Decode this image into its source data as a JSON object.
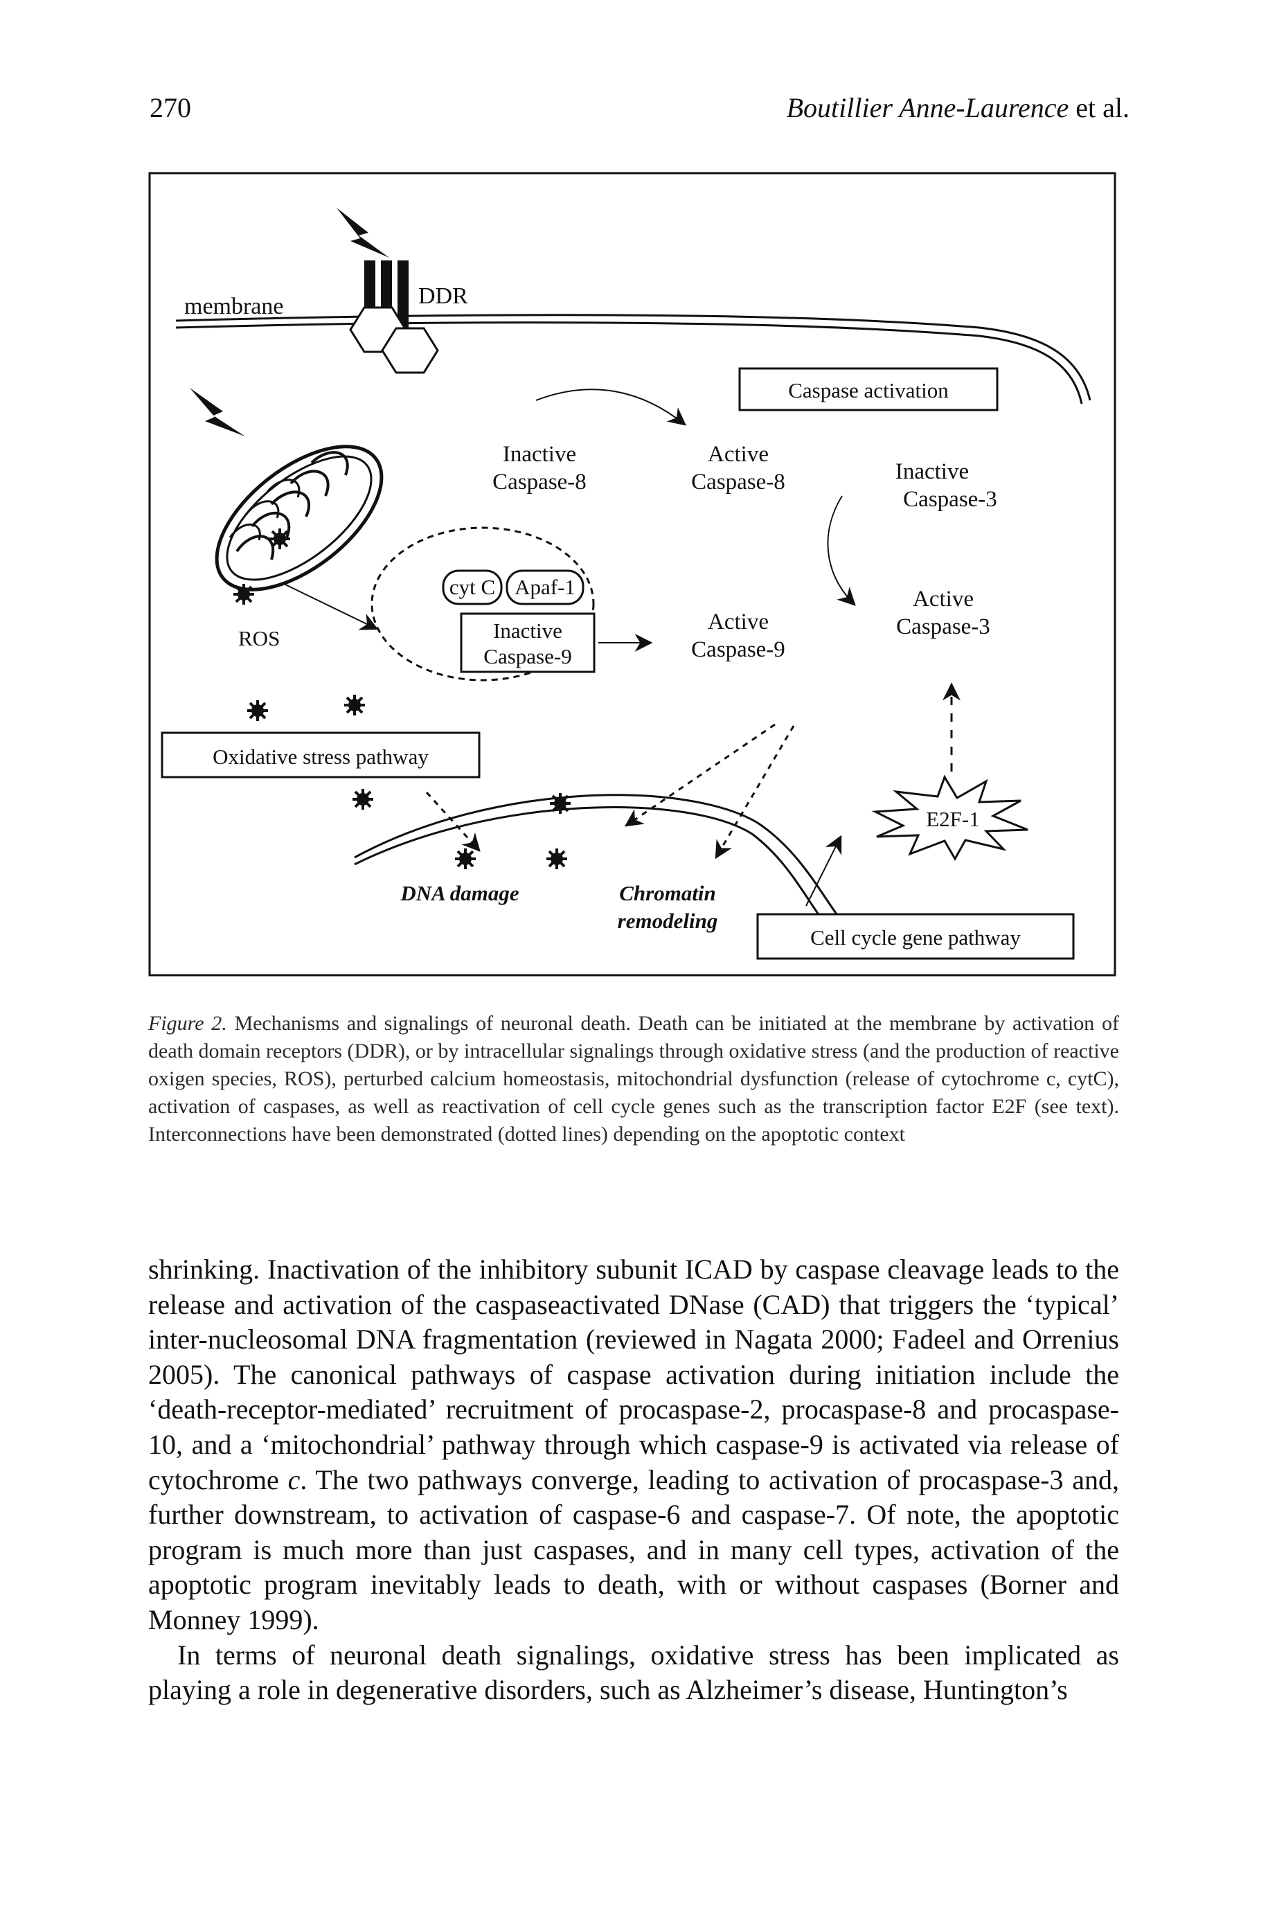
{
  "header": {
    "page_number": "270",
    "author_italic": "Boutillier Anne-Laurence",
    "author_suffix": "et al."
  },
  "figure": {
    "labels": {
      "membrane": "membrane",
      "ddr": "DDR",
      "caspase_activation": "Caspase activation",
      "inactive": "Inactive",
      "active": "Active",
      "caspase8": "Caspase-8",
      "caspase9": "Caspase-9",
      "caspase3": "Caspase-3",
      "cytc": "cyt C",
      "apaf1": "Apaf-1",
      "ros": "ROS",
      "oxidative_stress": "Oxidative stress pathway",
      "e2f1": "E2F-1",
      "dna_damage": "DNA damage",
      "chromatin_1": "Chromatin",
      "chromatin_2": "remodeling",
      "cell_cycle": "Cell cycle gene pathway"
    }
  },
  "caption": {
    "label": "Figure 2.",
    "text": "Mechanisms and signalings of neuronal death. Death can be initiated at the membrane by activation of death domain receptors (DDR), or by intracellular signalings through oxidative stress (and the production of reactive oxigen species, ROS), perturbed calcium homeostasis, mitochondrial dysfunction (release of cytochrome c, cytC), activation of caspases, as well as reactivation of cell cycle genes such as the transcription factor E2F (see text). Interconnections have been demonstrated (dotted lines) depending on the apoptotic context"
  },
  "body": {
    "p1_a": "shrinking. Inactivation of the inhibitory subunit ICAD by caspase cleavage leads to the release and activation of the caspaseactivated DNase (CAD) that triggers the ‘typical’ inter-nucleosomal DNA fragmentation (reviewed in Nagata 2000; Fadeel and Orrenius 2005). The canonical pathways of caspase activation during initiation include the ‘death-receptor-mediated’ recruitment of procaspase-2, procaspase-8 and procaspase-10, and a ‘mitochondrial’ pathway through which caspase-9 is activated via release of cytochrome ",
    "p1_italic": "c",
    "p1_b": ". The two pathways converge, leading to activation of procaspase-3 and, further downstream, to activation of caspase-6 and caspase-7. Of note, the apoptotic program is much more than just caspases, and in many cell types, activation of the apoptotic program inevitably leads to death, with or without caspases (Borner and Monney 1999).",
    "p2": "In terms of neuronal death signalings, oxidative stress has been implicated as playing a role in degenerative disorders, such as Alzheimer’s disease, Huntington’s"
  }
}
